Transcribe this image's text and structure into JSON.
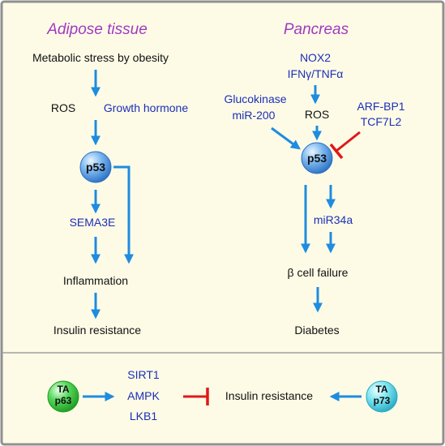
{
  "adipose": {
    "title": "Adipose tissue",
    "stress": "Metabolic stress by obesity",
    "ros": "ROS",
    "growth_hormone": "Growth hormone",
    "p53": "p53",
    "sema3e": "SEMA3E",
    "inflammation": "Inflammation",
    "insulin_resistance": "Insulin resistance"
  },
  "pancreas": {
    "title": "Pancreas",
    "nox2": "NOX2",
    "ifn_tnf": "IFNγ/TNFα",
    "glucokinase": "Glucokinase",
    "mir200": "miR-200",
    "ros": "ROS",
    "arf_bp1": "ARF-BP1",
    "tcf7l2": "TCF7L2",
    "p53": "p53",
    "mir34a": "miR34a",
    "beta_failure": "β cell failure",
    "diabetes": "Diabetes"
  },
  "bottom": {
    "tap63_top": "TA",
    "tap63_bottom": "p63",
    "sirt1": "SIRT1",
    "ampk": "AMPK",
    "lkb1": "LKB1",
    "insulin_resistance": "Insulin resistance",
    "tap73_top": "TA",
    "tap73_bottom": "p73"
  },
  "colors": {
    "background": "#fdfbe6",
    "border": "#909090",
    "title": "#a03ac0",
    "regulator": "#1c2fb8",
    "arrow": "#1e8ce0",
    "inhibit": "#e01818",
    "p53_ball": "#3d8fdc",
    "p63_ball": "#33c43a",
    "p73_ball": "#4fd3e6"
  }
}
